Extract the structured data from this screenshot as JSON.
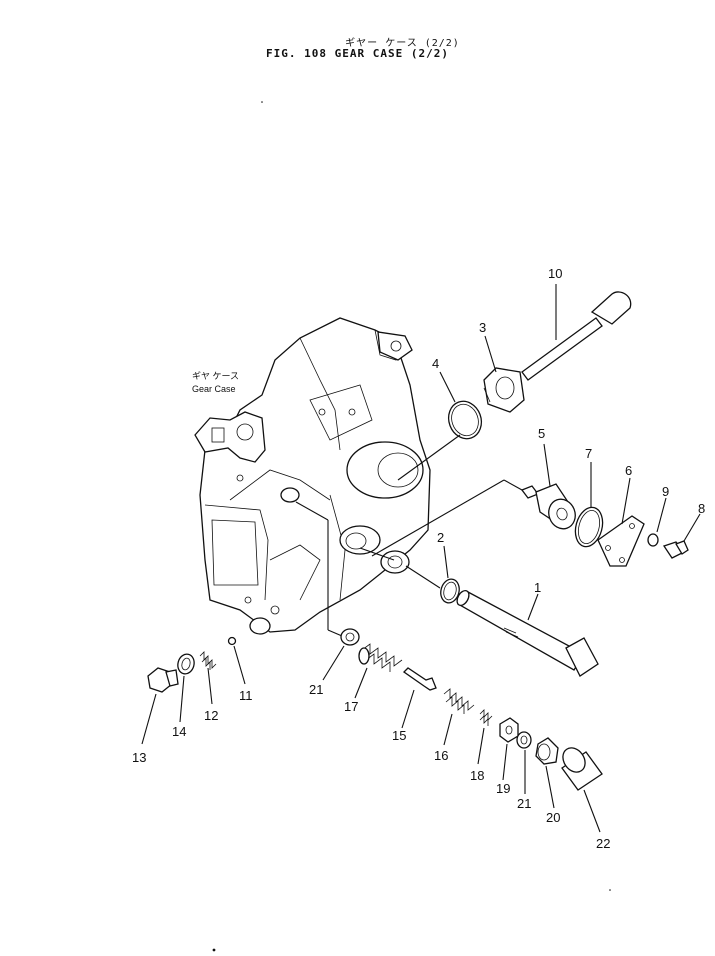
{
  "header": {
    "title_jp": "ギヤー ケース (2/2)",
    "title_en": "FIG. 108  GEAR CASE (2/2)"
  },
  "callout": {
    "jp": "ギヤ ケース",
    "en": "Gear Case"
  },
  "part_numbers": [
    "1",
    "2",
    "3",
    "4",
    "5",
    "6",
    "7",
    "8",
    "9",
    "10",
    "11",
    "12",
    "13",
    "14",
    "15",
    "16",
    "17",
    "18",
    "19",
    "20",
    "21",
    "21",
    "22"
  ],
  "colors": {
    "ink": "#111111",
    "paper": "#ffffff"
  }
}
